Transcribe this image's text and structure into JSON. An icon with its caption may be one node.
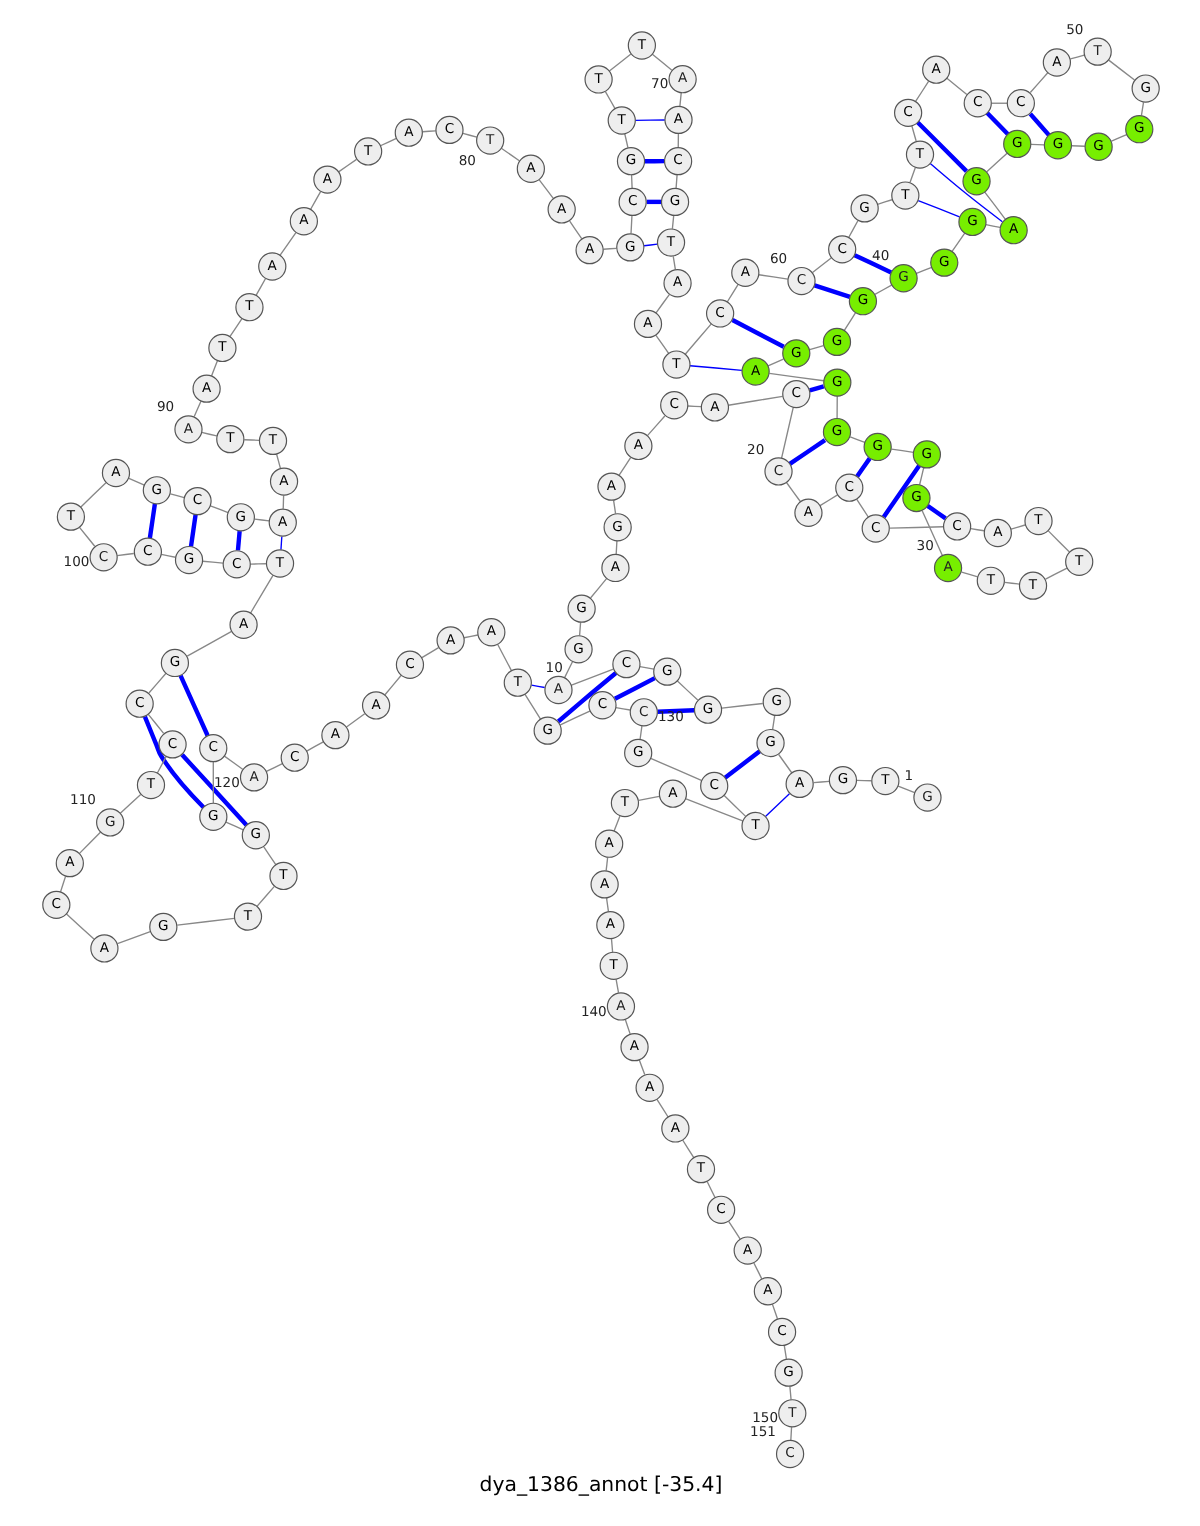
{
  "diagram": {
    "title": "dya_1386_annot [-35.4]",
    "nodes": [
      {
        "text": [
          "G"
        ],
        "beside": [
          "1"
        ]
      },
      {
        "text": [
          "T"
        ]
      },
      {
        "text": [
          "G"
        ]
      },
      {
        "text": [
          "A"
        ]
      },
      {
        "text": [
          "G"
        ]
      },
      {
        "text": [
          "G"
        ]
      },
      {
        "text": [
          "G"
        ]
      },
      {
        "text": [
          "G"
        ]
      },
      {
        "text": [
          "C"
        ]
      },
      {
        "text": [
          "A"
        ],
        "beside": [
          "10"
        ]
      },
      {
        "text": [
          "G"
        ]
      },
      {
        "text": [
          "G"
        ]
      },
      {
        "text": [
          "A"
        ]
      },
      {
        "text": [
          "G"
        ]
      },
      {
        "text": [
          "A"
        ]
      },
      {
        "text": [
          "A"
        ]
      },
      {
        "text": [
          "C"
        ]
      },
      {
        "text": [
          "A"
        ]
      },
      {
        "text": [
          "C"
        ]
      },
      {
        "text": [
          "C"
        ],
        "beside": [
          "20"
        ]
      },
      {
        "text": [
          "A"
        ]
      },
      {
        "text": [
          "C"
        ]
      },
      {
        "text": [
          "C"
        ]
      },
      {
        "text": [
          "C"
        ]
      },
      {
        "text": [
          "A"
        ]
      },
      {
        "text": [
          "T"
        ]
      },
      {
        "text": [
          "T"
        ]
      },
      {
        "text": [
          "T"
        ]
      },
      {
        "text": [
          "T"
        ]
      },
      {
        "text": [
          "A"
        ],
        "beside": [
          "30"
        ]
      },
      {
        "text": [
          "G"
        ]
      },
      {
        "text": [
          "G"
        ]
      },
      {
        "text": [
          "G"
        ]
      },
      {
        "text": [
          "G"
        ]
      },
      {
        "text": [
          "G"
        ]
      },
      {
        "text": [
          "A"
        ]
      },
      {
        "text": [
          "G"
        ]
      },
      {
        "text": [
          "G"
        ]
      },
      {
        "text": [
          "G"
        ]
      },
      {
        "text": [
          "G"
        ],
        "beside": [
          "40"
        ]
      },
      {
        "text": [
          "G"
        ]
      },
      {
        "text": [
          "G"
        ]
      },
      {
        "text": [
          "A"
        ]
      },
      {
        "text": [
          "G"
        ]
      },
      {
        "text": [
          "G"
        ]
      },
      {
        "text": [
          "G"
        ]
      },
      {
        "text": [
          "G"
        ]
      },
      {
        "text": [
          "G"
        ]
      },
      {
        "text": [
          "G"
        ]
      },
      {
        "text": [
          "T"
        ],
        "beside": [
          "50"
        ]
      },
      {
        "text": [
          "A"
        ]
      },
      {
        "text": [
          "C"
        ]
      },
      {
        "text": [
          "C"
        ]
      },
      {
        "text": [
          "A"
        ]
      },
      {
        "text": [
          "C"
        ]
      },
      {
        "text": [
          "T"
        ]
      },
      {
        "text": [
          "T"
        ]
      },
      {
        "text": [
          "G"
        ]
      },
      {
        "text": [
          "C"
        ]
      },
      {
        "text": [
          "C"
        ],
        "beside": [
          "60"
        ]
      },
      {
        "text": [
          "A"
        ]
      },
      {
        "text": [
          "C"
        ]
      },
      {
        "text": [
          "T"
        ]
      },
      {
        "text": [
          "A"
        ]
      },
      {
        "text": [
          "A"
        ]
      },
      {
        "text": [
          "T"
        ]
      },
      {
        "text": [
          "G"
        ]
      },
      {
        "text": [
          "C"
        ]
      },
      {
        "text": [
          "A"
        ]
      },
      {
        "text": [
          "A"
        ],
        "beside": [
          "70"
        ]
      },
      {
        "text": [
          "T"
        ]
      },
      {
        "text": [
          "T"
        ]
      },
      {
        "text": [
          "T"
        ]
      },
      {
        "text": [
          "G"
        ]
      },
      {
        "text": [
          "C"
        ]
      },
      {
        "text": [
          "G"
        ]
      },
      {
        "text": [
          "A"
        ]
      },
      {
        "text": [
          "A"
        ]
      },
      {
        "text": [
          "A"
        ]
      },
      {
        "text": [
          "T"
        ],
        "beside": [
          "80"
        ]
      },
      {
        "text": [
          "C"
        ]
      },
      {
        "text": [
          "A"
        ]
      },
      {
        "text": [
          "T"
        ]
      },
      {
        "text": [
          "A"
        ]
      },
      {
        "text": [
          "A"
        ]
      },
      {
        "text": [
          "A"
        ]
      },
      {
        "text": [
          "T"
        ]
      },
      {
        "text": [
          "T"
        ]
      },
      {
        "text": [
          "A"
        ]
      },
      {
        "text": [
          "A"
        ],
        "beside": [
          "90"
        ]
      },
      {
        "text": [
          "T"
        ]
      },
      {
        "text": [
          "T"
        ]
      },
      {
        "text": [
          "A"
        ]
      },
      {
        "text": [
          "A"
        ]
      },
      {
        "text": [
          "G"
        ]
      },
      {
        "text": [
          "C"
        ]
      },
      {
        "text": [
          "G"
        ]
      },
      {
        "text": [
          "A"
        ]
      },
      {
        "text": [
          "T"
        ]
      },
      {
        "text": [
          "C"
        ],
        "beside": [
          "100"
        ]
      },
      {
        "text": [
          "C"
        ]
      },
      {
        "text": [
          "G"
        ]
      },
      {
        "text": [
          "C"
        ]
      },
      {
        "text": [
          "T"
        ]
      },
      {
        "text": [
          "A"
        ]
      },
      {
        "text": [
          "G"
        ]
      },
      {
        "text": [
          "C"
        ]
      },
      {
        "text": [
          "C"
        ]
      },
      {
        "text": [
          "T"
        ]
      },
      {
        "text": [
          "G"
        ],
        "beside": [
          "110"
        ]
      },
      {
        "text": [
          "A"
        ]
      },
      {
        "text": [
          "C"
        ]
      },
      {
        "text": [
          "A"
        ]
      },
      {
        "text": [
          "G"
        ]
      },
      {
        "text": [
          "T"
        ]
      },
      {
        "text": [
          "T"
        ]
      },
      {
        "text": [
          "G"
        ]
      },
      {
        "text": [
          "G"
        ]
      },
      {
        "text": [
          "C"
        ]
      },
      {
        "text": [
          "A"
        ],
        "beside": [
          "120"
        ]
      },
      {
        "text": [
          "C"
        ]
      },
      {
        "text": [
          "A"
        ]
      },
      {
        "text": [
          "A"
        ]
      },
      {
        "text": [
          "C"
        ]
      },
      {
        "text": [
          "A"
        ]
      },
      {
        "text": [
          "A"
        ]
      },
      {
        "text": [
          "T"
        ]
      },
      {
        "text": [
          "G"
        ]
      },
      {
        "text": [
          "C"
        ]
      },
      {
        "text": [
          "C"
        ],
        "beside": [
          "130"
        ]
      },
      {
        "text": [
          "G"
        ]
      },
      {
        "text": [
          "C"
        ]
      },
      {
        "text": [
          "T"
        ]
      },
      {
        "text": [
          "A"
        ]
      },
      {
        "text": [
          "T"
        ]
      },
      {
        "text": [
          "A"
        ]
      },
      {
        "text": [
          "A"
        ]
      },
      {
        "text": [
          "A"
        ]
      },
      {
        "text": [
          "T"
        ]
      },
      {
        "text": [
          "A"
        ],
        "beside": [
          "140"
        ]
      },
      {
        "text": [
          "A"
        ]
      },
      {
        "text": [
          "A"
        ]
      },
      {
        "text": [
          "A"
        ]
      },
      {
        "text": [
          "T"
        ]
      },
      {
        "text": [
          "C"
        ]
      },
      {
        "text": [
          "A"
        ]
      },
      {
        "text": [
          "A"
        ]
      },
      {
        "text": [
          "C"
        ]
      },
      {
        "text": [
          "G"
        ]
      },
      {
        "text": [
          "T"
        ],
        "beside": [
          "150"
        ]
      },
      {
        "text": [
          "C"
        ],
        "beside": [
          "151"
        ]
      }
    ],
    "edges": [
      {
        "from": 0,
        "to": 1,
        "arrow": "none"
      },
      {
        "from": 1,
        "to": 2,
        "arrow": "none"
      },
      {
        "from": 2,
        "to": 3,
        "arrow": "none"
      },
      {
        "from": 3,
        "to": 4,
        "arrow": "none"
      },
      {
        "from": 4,
        "to": 5,
        "arrow": "none"
      },
      {
        "from": 5,
        "to": 6,
        "arrow": "none"
      },
      {
        "from": 6,
        "to": 7,
        "arrow": "none"
      },
      {
        "from": 7,
        "to": 8,
        "arrow": "none"
      },
      {
        "from": 8,
        "to": 9,
        "arrow": "none"
      },
      {
        "from": 9,
        "to": 10,
        "arrow": "none"
      },
      {
        "from": 10,
        "to": 11,
        "arrow": "none"
      },
      {
        "from": 11,
        "to": 12,
        "arrow": "none"
      },
      {
        "from": 12,
        "to": 13,
        "arrow": "none"
      },
      {
        "from": 13,
        "to": 14,
        "arrow": "none"
      },
      {
        "from": 14,
        "to": 15,
        "arrow": "none"
      },
      {
        "from": 15,
        "to": 16,
        "arrow": "none"
      },
      {
        "from": 16,
        "to": 17,
        "arrow": "none"
      },
      {
        "from": 17,
        "to": 18,
        "arrow": "none"
      },
      {
        "from": 18,
        "to": 19,
        "arrow": "none"
      },
      {
        "from": 19,
        "to": 20,
        "arrow": "none"
      },
      {
        "from": 20,
        "to": 21,
        "arrow": "none"
      },
      {
        "from": 21,
        "to": 22,
        "arrow": "none"
      },
      {
        "from": 22,
        "to": 23,
        "arrow": "none"
      },
      {
        "from": 23,
        "to": 24,
        "arrow": "none"
      },
      {
        "from": 24,
        "to": 25,
        "arrow": "none"
      },
      {
        "from": 25,
        "to": 26,
        "arrow": "none"
      },
      {
        "from": 26,
        "to": 27,
        "arrow": "none"
      },
      {
        "from": 27,
        "to": 28,
        "arrow": "none"
      },
      {
        "from": 28,
        "to": 29,
        "arrow": "none"
      },
      {
        "from": 29,
        "to": 30,
        "arrow": "none"
      },
      {
        "from": 30,
        "to": 31,
        "arrow": "none"
      },
      {
        "from": 31,
        "to": 32,
        "arrow": "none"
      },
      {
        "from": 32,
        "to": 33,
        "arrow": "none"
      },
      {
        "from": 33,
        "to": 34,
        "arrow": "none"
      },
      {
        "from": 34,
        "to": 35,
        "arrow": "none"
      },
      {
        "from": 35,
        "to": 36,
        "arrow": "none"
      },
      {
        "from": 36,
        "to": 37,
        "arrow": "none"
      },
      {
        "from": 37,
        "to": 38,
        "arrow": "none"
      },
      {
        "from": 38,
        "to": 39,
        "arrow": "none"
      },
      {
        "from": 39,
        "to": 40,
        "arrow": "none"
      },
      {
        "from": 40,
        "to": 41,
        "arrow": "none"
      },
      {
        "from": 41,
        "to": 42,
        "arrow": "none"
      },
      {
        "from": 42,
        "to": 43,
        "arrow": "none"
      },
      {
        "from": 43,
        "to": 44,
        "arrow": "none"
      },
      {
        "from": 44,
        "to": 45,
        "arrow": "none"
      },
      {
        "from": 45,
        "to": 46,
        "arrow": "none"
      },
      {
        "from": 46,
        "to": 47,
        "arrow": "none"
      },
      {
        "from": 47,
        "to": 48,
        "arrow": "none"
      },
      {
        "from": 48,
        "to": 49,
        "arrow": "none"
      },
      {
        "from": 49,
        "to": 50,
        "arrow": "none"
      },
      {
        "from": 50,
        "to": 51,
        "arrow": "none"
      },
      {
        "from": 51,
        "to": 52,
        "arrow": "none"
      },
      {
        "from": 52,
        "to": 53,
        "arrow": "none"
      },
      {
        "from": 53,
        "to": 54,
        "arrow": "none"
      },
      {
        "from": 54,
        "to": 55,
        "arrow": "none"
      },
      {
        "from": 55,
        "to": 56,
        "arrow": "none"
      },
      {
        "from": 56,
        "to": 57,
        "arrow": "none"
      },
      {
        "from": 57,
        "to": 58,
        "arrow": "none"
      },
      {
        "from": 58,
        "to": 59,
        "arrow": "none"
      },
      {
        "from": 59,
        "to": 60,
        "arrow": "none"
      },
      {
        "from": 60,
        "to": 61,
        "arrow": "none"
      },
      {
        "from": 61,
        "to": 62,
        "arrow": "none"
      },
      {
        "from": 62,
        "to": 63,
        "arrow": "none"
      },
      {
        "from": 63,
        "to": 64,
        "arrow": "none"
      },
      {
        "from": 64,
        "to": 65,
        "arrow": "none"
      },
      {
        "from": 65,
        "to": 66,
        "arrow": "none"
      },
      {
        "from": 66,
        "to": 67,
        "arrow": "none"
      },
      {
        "from": 67,
        "to": 68,
        "arrow": "none"
      },
      {
        "from": 68,
        "to": 69,
        "arrow": "none"
      },
      {
        "from": 69,
        "to": 70,
        "arrow": "none"
      },
      {
        "from": 70,
        "to": 71,
        "arrow": "none"
      },
      {
        "from": 71,
        "to": 72,
        "arrow": "none"
      },
      {
        "from": 72,
        "to": 73,
        "arrow": "none"
      },
      {
        "from": 73,
        "to": 74,
        "arrow": "none"
      },
      {
        "from": 74,
        "to": 75,
        "arrow": "none"
      },
      {
        "from": 75,
        "to": 76,
        "arrow": "none"
      },
      {
        "from": 76,
        "to": 77,
        "arrow": "none"
      },
      {
        "from": 77,
        "to": 78,
        "arrow": "none"
      },
      {
        "from": 78,
        "to": 79,
        "arrow": "none"
      },
      {
        "from": 79,
        "to": 80,
        "arrow": "none"
      },
      {
        "from": 80,
        "to": 81,
        "arrow": "none"
      },
      {
        "from": 81,
        "to": 82,
        "arrow": "none"
      },
      {
        "from": 82,
        "to": 83,
        "arrow": "none"
      },
      {
        "from": 83,
        "to": 84,
        "arrow": "none"
      },
      {
        "from": 84,
        "to": 85,
        "arrow": "none"
      },
      {
        "from": 85,
        "to": 86,
        "arrow": "none"
      },
      {
        "from": 86,
        "to": 87,
        "arrow": "none"
      },
      {
        "from": 87,
        "to": 88,
        "arrow": "none"
      },
      {
        "from": 88,
        "to": 89,
        "arrow": "none"
      },
      {
        "from": 89,
        "to": 90,
        "arrow": "none"
      },
      {
        "from": 90,
        "to": 91,
        "arrow": "none"
      },
      {
        "from": 91,
        "to": 92,
        "arrow": "none"
      },
      {
        "from": 92,
        "to": 93,
        "arrow": "none"
      },
      {
        "from": 93,
        "to": 94,
        "arrow": "none"
      },
      {
        "from": 94,
        "to": 95,
        "arrow": "none"
      },
      {
        "from": 95,
        "to": 96,
        "arrow": "none"
      },
      {
        "from": 96,
        "to": 97,
        "arrow": "none"
      },
      {
        "from": 97,
        "to": 98,
        "arrow": "none"
      },
      {
        "from": 98,
        "to": 99,
        "arrow": "none"
      },
      {
        "from": 99,
        "to": 100,
        "arrow": "none"
      },
      {
        "from": 100,
        "to": 101,
        "arrow": "none"
      },
      {
        "from": 101,
        "to": 102,
        "arrow": "none"
      },
      {
        "from": 102,
        "to": 103,
        "arrow": "none"
      },
      {
        "from": 103,
        "to": 104,
        "arrow": "none"
      },
      {
        "from": 104,
        "to": 105,
        "arrow": "none"
      },
      {
        "from": 105,
        "to": 106,
        "arrow": "none"
      },
      {
        "from": 106,
        "to": 107,
        "arrow": "none"
      },
      {
        "from": 107,
        "to": 108,
        "arrow": "none"
      },
      {
        "from": 108,
        "to": 109,
        "arrow": "none"
      },
      {
        "from": 109,
        "to": 110,
        "arrow": "none"
      },
      {
        "from": 110,
        "to": 111,
        "arrow": "none"
      },
      {
        "from": 111,
        "to": 112,
        "arrow": "none"
      },
      {
        "from": 112,
        "to": 113,
        "arrow": "none"
      },
      {
        "from": 113,
        "to": 114,
        "arrow": "none"
      },
      {
        "from": 114,
        "to": 115,
        "arrow": "none"
      },
      {
        "from": 115,
        "to": 116,
        "arrow": "none"
      },
      {
        "from": 116,
        "to": 117,
        "arrow": "none"
      },
      {
        "from": 117,
        "to": 118,
        "arrow": "none"
      },
      {
        "from": 118,
        "to": 119,
        "arrow": "none"
      },
      {
        "from": 119,
        "to": 120,
        "arrow": "none"
      },
      {
        "from": 120,
        "to": 121,
        "arrow": "none"
      },
      {
        "from": 121,
        "to": 122,
        "arrow": "none"
      },
      {
        "from": 122,
        "to": 123,
        "arrow": "none"
      },
      {
        "from": 123,
        "to": 124,
        "arrow": "none"
      },
      {
        "from": 124,
        "to": 125,
        "arrow": "none"
      },
      {
        "from": 125,
        "to": 126,
        "arrow": "none"
      },
      {
        "from": 126,
        "to": 127,
        "arrow": "none"
      },
      {
        "from": 127,
        "to": 128,
        "arrow": "none"
      },
      {
        "from": 128,
        "to": 129,
        "arrow": "none"
      },
      {
        "from": 129,
        "to": 130,
        "arrow": "none"
      },
      {
        "from": 130,
        "to": 131,
        "arrow": "none"
      },
      {
        "from": 131,
        "to": 132,
        "arrow": "none"
      },
      {
        "from": 132,
        "to": 133,
        "arrow": "none"
      },
      {
        "from": 133,
        "to": 134,
        "arrow": "none"
      },
      {
        "from": 134,
        "to": 135,
        "arrow": "none"
      },
      {
        "from": 135,
        "to": 136,
        "arrow": "none"
      },
      {
        "from": 136,
        "to": 137,
        "arrow": "none"
      },
      {
        "from": 137,
        "to": 138,
        "arrow": "none"
      },
      {
        "from": 138,
        "to": 139,
        "arrow": "none"
      },
      {
        "from": 139,
        "to": 140,
        "arrow": "none"
      },
      {
        "from": 140,
        "to": 141,
        "arrow": "none"
      },
      {
        "from": 141,
        "to": 142,
        "arrow": "none"
      },
      {
        "from": 142,
        "to": 143,
        "arrow": "none"
      },
      {
        "from": 143,
        "to": 144,
        "arrow": "none"
      },
      {
        "from": 144,
        "to": 145,
        "arrow": "none"
      },
      {
        "from": 145,
        "to": 146,
        "arrow": "none"
      },
      {
        "from": 146,
        "to": 147,
        "arrow": "none"
      },
      {
        "from": 147,
        "to": 148,
        "arrow": "none"
      },
      {
        "from": 148,
        "to": 149,
        "arrow": "none"
      },
      {
        "from": 149,
        "to": 150,
        "arrow": "none"
      },
      {
        "from": 3,
        "to": 132,
        "arrow": "none",
        "color": "#0000ff"
      },
      {
        "from": 4,
        "to": 131,
        "arrow": "none",
        "style": "thick",
        "color": "#0000ff"
      },
      {
        "from": 6,
        "to": 129,
        "arrow": "none",
        "style": "thick",
        "color": "#0000ff"
      },
      {
        "from": 7,
        "to": 128,
        "arrow": "none",
        "style": "thick",
        "color": "#0000ff"
      },
      {
        "from": 8,
        "to": 127,
        "arrow": "none",
        "style": "thick",
        "color": "#0000ff"
      },
      {
        "from": 9,
        "to": 126,
        "arrow": "none",
        "color": "#0000ff"
      },
      {
        "from": 18,
        "to": 34,
        "arrow": "none",
        "style": "thick",
        "color": "#0000ff"
      },
      {
        "from": 19,
        "to": 33,
        "arrow": "none",
        "style": "thick",
        "color": "#0000ff"
      },
      {
        "from": 21,
        "to": 32,
        "arrow": "none",
        "style": "thick",
        "color": "#0000ff"
      },
      {
        "from": 22,
        "to": 31,
        "arrow": "none",
        "style": "thick",
        "color": "#0000ff"
      },
      {
        "from": 23,
        "to": 30,
        "arrow": "none",
        "style": "thick",
        "color": "#0000ff"
      },
      {
        "from": 35,
        "to": 62,
        "arrow": "none",
        "color": "#0000ff"
      },
      {
        "from": 36,
        "to": 61,
        "arrow": "none",
        "style": "thick",
        "color": "#0000ff"
      },
      {
        "from": 38,
        "to": 59,
        "arrow": "none",
        "style": "thick",
        "color": "#0000ff"
      },
      {
        "from": 39,
        "to": 58,
        "arrow": "none",
        "style": "thick",
        "color": "#0000ff"
      },
      {
        "from": 41,
        "to": 56,
        "arrow": "none",
        "color": "#0000ff"
      },
      {
        "from": 42,
        "to": 55,
        "arrow": "none",
        "color": "#0000ff"
      },
      {
        "from": 43,
        "to": 54,
        "arrow": "none",
        "style": "thick",
        "color": "#0000ff"
      },
      {
        "from": 44,
        "to": 52,
        "arrow": "none",
        "style": "thick",
        "color": "#0000ff"
      },
      {
        "from": 45,
        "to": 51,
        "arrow": "none",
        "style": "thick",
        "color": "#0000ff"
      },
      {
        "from": 65,
        "to": 75,
        "arrow": "none",
        "color": "#0000ff"
      },
      {
        "from": 66,
        "to": 74,
        "arrow": "none",
        "style": "thick",
        "color": "#0000ff"
      },
      {
        "from": 67,
        "to": 73,
        "arrow": "none",
        "style": "thick",
        "color": "#0000ff"
      },
      {
        "from": 68,
        "to": 72,
        "arrow": "none",
        "color": "#0000ff"
      },
      {
        "from": 93,
        "to": 103,
        "arrow": "none",
        "color": "#0000ff"
      },
      {
        "from": 94,
        "to": 102,
        "arrow": "none",
        "style": "thick",
        "color": "#0000ff"
      },
      {
        "from": 95,
        "to": 101,
        "arrow": "none",
        "style": "thick",
        "color": "#0000ff"
      },
      {
        "from": 96,
        "to": 100,
        "arrow": "none",
        "style": "thick",
        "color": "#0000ff"
      },
      {
        "from": 105,
        "to": 118,
        "arrow": "none",
        "style": "thick",
        "color": "#0000ff"
      },
      {
        "from": 106,
        "to": 117,
        "arrow": "none",
        "style": "thick",
        "color": "#0000ff"
      },
      {
        "from": 107,
        "to": 116,
        "arrow": "none",
        "style": "thick",
        "color": "#0000ff"
      }
    ]
  }
}
